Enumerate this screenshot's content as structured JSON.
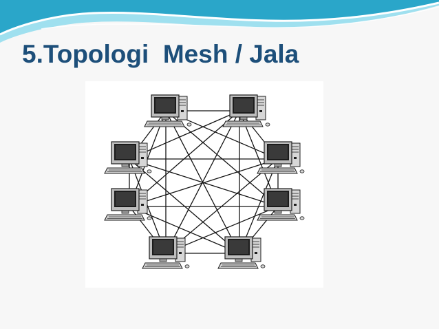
{
  "slide": {
    "title": "5.Topologi  Mesh / Jala"
  },
  "diagram": {
    "type": "mesh-topology",
    "node_count": 8,
    "node_icon": "desktop-computer-icon"
  },
  "colors": {
    "title": "#1d4f7a",
    "wave_dark": "#2aa6c9",
    "wave_light": "#9fe0ef",
    "background": "#f7f7f7"
  }
}
